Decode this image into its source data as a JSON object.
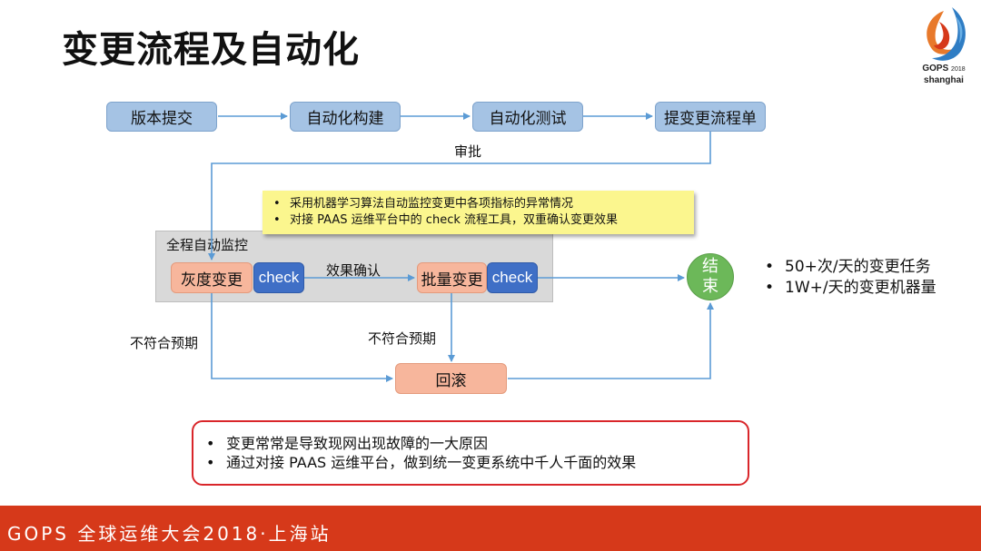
{
  "title": "变更流程及自动化",
  "logo": {
    "brand": "GOPS",
    "year": "2018",
    "city": "shanghai"
  },
  "top_flow": [
    "版本提交",
    "自动化构建",
    "自动化测试",
    "提变更流程单"
  ],
  "approve_label": "审批",
  "note": {
    "bullet": "•",
    "items": [
      "采用机器学习算法自动监控变更中各项指标的异常情况",
      "对接 PAAS 运维平台中的 check 流程工具，双重确认变更效果"
    ]
  },
  "monitor_panel": {
    "label": "全程自动监控",
    "gray_step": "灰度变更",
    "check1": "check",
    "confirm_label": "效果确认",
    "batch_step": "批量变更",
    "check2": "check"
  },
  "end_node": {
    "line1": "结",
    "line2": "束"
  },
  "stats": {
    "bullet": "•",
    "items": [
      "50+次/天的变更任务",
      "1W+/天的变更机器量"
    ]
  },
  "not_expected_left": "不符合预期",
  "not_expected_mid": "不符合预期",
  "rollback": "回滚",
  "summary": {
    "bullet": "•",
    "items": [
      "变更常常是导致现网出现故障的一大原因",
      "通过对接 PAAS 运维平台，做到统一变更系统中千人千面的效果"
    ]
  },
  "footer": "GOPS 全球运维大会2018·上海站",
  "colors": {
    "flow_blue": "#a5c3e4",
    "check_blue": "#3f6fc6",
    "salmon": "#f7b69c",
    "end_green": "#6cb859",
    "note_yellow": "#fbf68e",
    "arrow": "#5b9bd5",
    "summary_border": "#d9262a",
    "footer_bg": "#d6391a"
  }
}
